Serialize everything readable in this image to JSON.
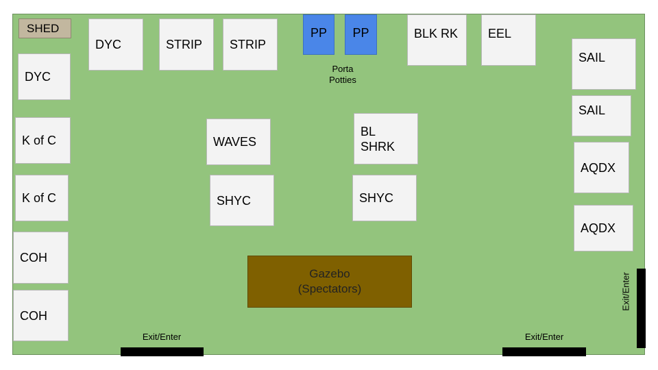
{
  "colors": {
    "field": "#93c47d",
    "booth": "#f3f3f3",
    "shed": "#c2b79f",
    "porta_potty": "#4a86e8",
    "gazebo": "#7f6000",
    "exit": "#000000"
  },
  "labels": {
    "shed": "SHED",
    "dyc": "DYC",
    "strip": "STRIP",
    "pp": "PP",
    "porta_potties": "Porta\nPotties",
    "blk_rk": "BLK RK",
    "eel": "EEL",
    "sail": "SAIL",
    "k_of_c": "K of C",
    "waves": "WAVES",
    "bl_shrk": "BL\nSHRK",
    "aqdx": "AQDX",
    "shyc": "SHYC",
    "coh": "COH",
    "gazebo": "Gazebo\n(Spectators)",
    "exit_enter": "Exit/Enter"
  }
}
